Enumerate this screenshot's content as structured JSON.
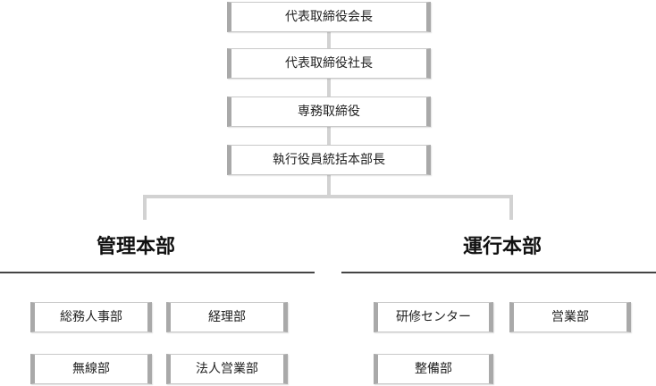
{
  "executives": [
    {
      "label": "代表取締役会長"
    },
    {
      "label": "代表取締役社長"
    },
    {
      "label": "専務取締役"
    },
    {
      "label": "執行役員統括本部長"
    }
  ],
  "divisions": [
    {
      "title": "管理本部",
      "departments": [
        "総務人事部",
        "経理部",
        "無線部",
        "法人営業部"
      ]
    },
    {
      "title": "運行本部",
      "departments": [
        "研修センター",
        "営業部",
        "整備部"
      ]
    }
  ],
  "colors": {
    "connector": "#d2d2d2",
    "box_border": "#a9a9a9",
    "rule": "#444444"
  }
}
